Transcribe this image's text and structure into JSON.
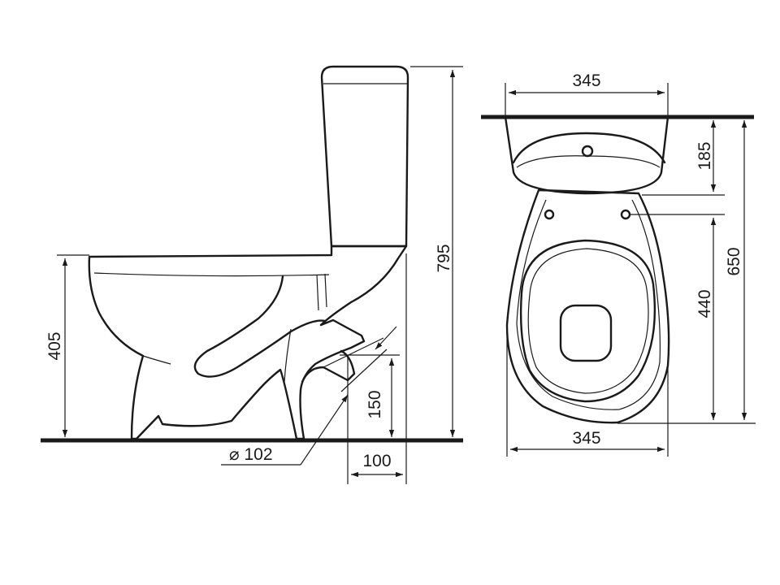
{
  "side_view": {
    "height_total": "795",
    "height_seat": "405",
    "outlet_diameter": "⌀ 102",
    "outlet_height": "150",
    "outlet_offset": "100"
  },
  "top_view": {
    "width_tank": "345",
    "depth_tank": "185",
    "depth_total": "650",
    "depth_bowl": "440",
    "width_bowl": "345"
  }
}
